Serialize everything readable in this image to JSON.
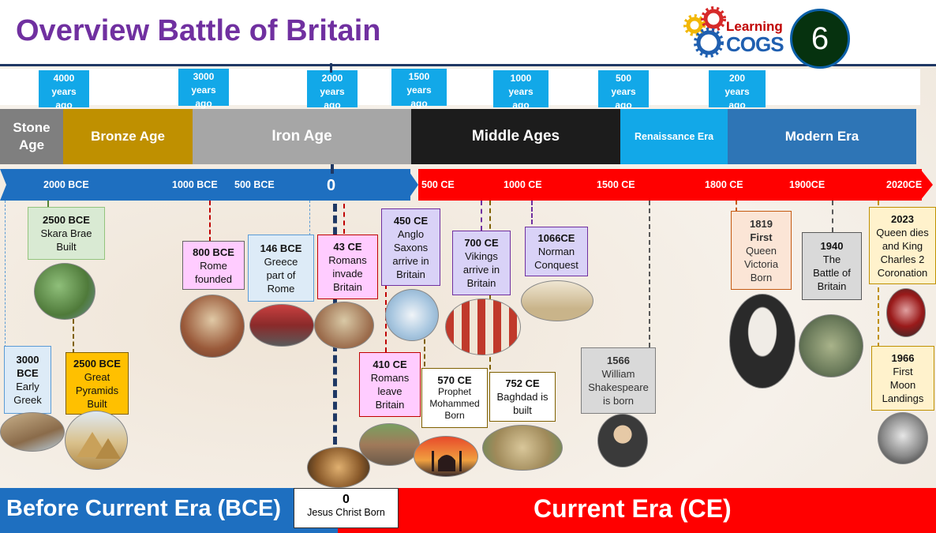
{
  "header": {
    "title": "Overview Battle of Britain",
    "logo_line1": "Learning",
    "logo_line2": "COGS",
    "page_number": "6"
  },
  "year_markers": [
    {
      "l1": "4000",
      "l2": "years",
      "l3": "ago"
    },
    {
      "l1": "3000",
      "l2": "years",
      "l3": "ago"
    },
    {
      "l1": "2000",
      "l2": "years",
      "l3": "ago"
    },
    {
      "l1": "1500",
      "l2": "years",
      "l3": "ago"
    },
    {
      "l1": "1000",
      "l2": "years",
      "l3": "ago"
    },
    {
      "l1": "500",
      "l2": "years",
      "l3": "ago"
    },
    {
      "l1": "200",
      "l2": "years",
      "l3": "ago"
    }
  ],
  "eras": [
    {
      "l1": "Stone",
      "l2": "Age"
    },
    {
      "label": "Bronze Age"
    },
    {
      "label": "Iron Age"
    },
    {
      "label": "Middle Ages"
    },
    {
      "label": "Renaissance Era"
    },
    {
      "label": "Modern Era"
    }
  ],
  "axis_ticks": [
    "2000 BCE",
    "1000 BCE",
    "500 BCE",
    "0",
    "500 CE",
    "1000 CE",
    "1500 CE",
    "1800 CE",
    "1900CE",
    "2020CE"
  ],
  "events": [
    {
      "year": "2500 BCE",
      "l1": "Skara Brae",
      "l2": "Built"
    },
    {
      "year": "3000",
      "year2": "BCE",
      "l1": "Early",
      "l2": "Greek"
    },
    {
      "year": "2500 BCE",
      "l1": "Great",
      "l2": "Pyramids",
      "l3": "Built"
    },
    {
      "year": "800 BCE",
      "l1": "Rome",
      "l2": "founded"
    },
    {
      "year": "146 BCE",
      "l1": "Greece",
      "l2": "part of",
      "l3": "Rome"
    },
    {
      "year": "43 CE",
      "l1": "Romans",
      "l2": "invade",
      "l3": "Britain"
    },
    {
      "year": "450 CE",
      "l1": "Anglo",
      "l2": "Saxons",
      "l3": "arrive in",
      "l4": "Britain"
    },
    {
      "year": "410 CE",
      "l1": "Romans",
      "l2": "leave",
      "l3": "Britain"
    },
    {
      "year": "570 CE",
      "l1": "Prophet",
      "l2": "Mohammed",
      "l3": "Born"
    },
    {
      "year": "700 CE",
      "l1": "Vikings",
      "l2": "arrive in",
      "l3": "Britain"
    },
    {
      "year": "752 CE",
      "l1": "Baghdad is",
      "l2": "built"
    },
    {
      "year": "1066CE",
      "l1": "Norman",
      "l2": "Conquest"
    },
    {
      "year": "1566",
      "l1": "William",
      "l2": "Shakespeare",
      "l3": "is born"
    },
    {
      "year": "1819",
      "l1": "First",
      "l2": "Queen",
      "l3": "Victoria",
      "l4": "Born"
    },
    {
      "year": "1940",
      "l1": "The",
      "l2": "Battle of",
      "l3": "Britain"
    },
    {
      "year": "2023",
      "l1": "Queen dies",
      "l2": "and King",
      "l3": "Charles 2",
      "l4": "Coronation"
    },
    {
      "year": "1966",
      "l1": "First",
      "l2": "Moon",
      "l3": "Landings"
    }
  ],
  "footer": {
    "bce_label": "Before Current Era (BCE)",
    "ce_label": "Current Era (CE)",
    "zero_year": "0",
    "zero_caption": "Jesus Christ Born"
  },
  "colors": {
    "title": "#7030a0",
    "bce_blue": "#1e6fc0",
    "ce_red": "#ff0000",
    "marker_blue": "#12a8e8"
  }
}
